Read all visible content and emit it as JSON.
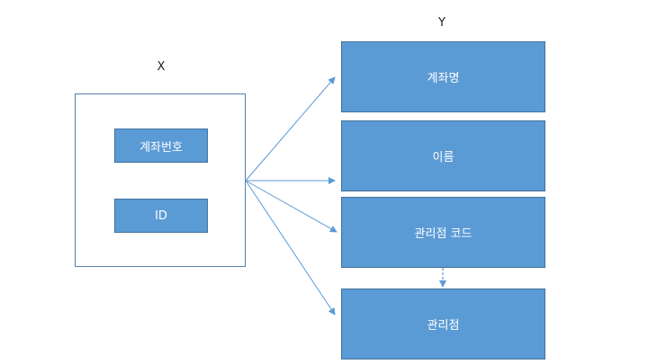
{
  "left_group": {
    "title": "X",
    "items": [
      "계좌번호",
      "ID"
    ]
  },
  "right_group": {
    "title": "Y",
    "items": [
      "계좌명",
      "이름",
      "관리점 코드",
      "관리점"
    ]
  },
  "colors": {
    "box_fill": "#5b9bd5",
    "box_border": "#41719c",
    "arrow": "#5b9bd5"
  }
}
